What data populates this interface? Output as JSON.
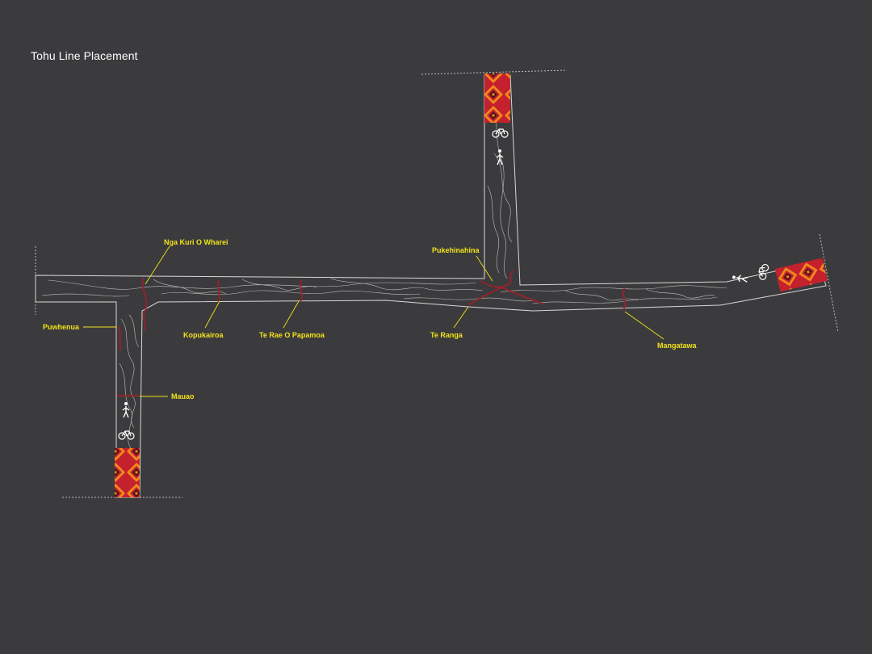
{
  "title": "Tohu Line Placement",
  "colors": {
    "background": "#3b3b3d",
    "path_stroke": "#d8d8d8",
    "label": "#f2e21a",
    "tohu_red": "#c4202e",
    "tohu_orange": "#f08a1c",
    "tohu_dark": "#4a1418"
  },
  "labels": {
    "nga_kuri": "Nga Kuri O Wharei",
    "pukehinahina": "Pukehinahina",
    "puwhenua": "Puwhenua",
    "kopukairoa": "Kopukairoa",
    "te_rae": "Te Rae O Papamoa",
    "te_ranga": "Te Ranga",
    "mangatawa": "Mangatawa",
    "mauao": "Mauao"
  },
  "icons": [
    "pedestrian-icon",
    "bicycle-icon"
  ]
}
